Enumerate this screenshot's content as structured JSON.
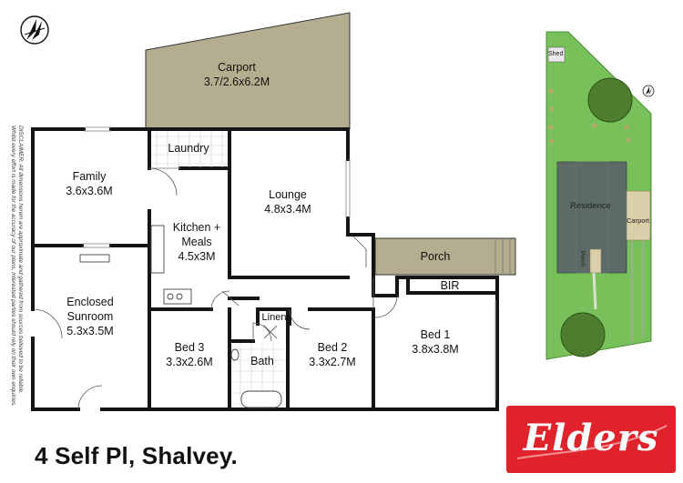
{
  "address": "4 Self Pl, Shalvey.",
  "disclaimer": "DISCLAIMER: All dimensions herein are approximate and gathered from sources believed to be reliable. Whilst every effort is made for the accuracy of our plans, interested parties should rely on their own enquiries.",
  "logo": {
    "brand": "Elders",
    "color": "#e0232b"
  },
  "floor_plan": {
    "rooms": {
      "carport": {
        "name": "Carport",
        "dims": "3.7/2.6x6.2M"
      },
      "laundry": {
        "name": "Laundry"
      },
      "family": {
        "name": "Family",
        "dims": "3.6x3.6M"
      },
      "kitchen": {
        "name": "Kitchen +",
        "name2": "Meals",
        "dims": "4.5x3M"
      },
      "lounge": {
        "name": "Lounge",
        "dims": "4.8x3.4M"
      },
      "porch": {
        "name": "Porch"
      },
      "bir": {
        "name": "BIR"
      },
      "sunroom": {
        "name": "Enclosed",
        "name2": "Sunroom",
        "dims": "5.3x3.5M"
      },
      "linen": {
        "name": "Linen"
      },
      "bed3": {
        "name": "Bed 3",
        "dims": "3.3x2.6M"
      },
      "bath": {
        "name": "Bath"
      },
      "bed2": {
        "name": "Bed 2",
        "dims": "3.3x2.7M"
      },
      "bed1": {
        "name": "Bed 1",
        "dims": "3.8x3.8M"
      }
    }
  },
  "site_plan": {
    "shed": "Shed",
    "residence": "Residence",
    "carport": "Carport",
    "porch": "Porch"
  },
  "colors": {
    "carport_fill": "#b5ad8f",
    "porch_fill": "#b5ad8f",
    "lawn": "#77c05a",
    "roof": "#5c6b68"
  },
  "icons": [
    "north-arrow-icon",
    "north-arrow-small-icon"
  ]
}
